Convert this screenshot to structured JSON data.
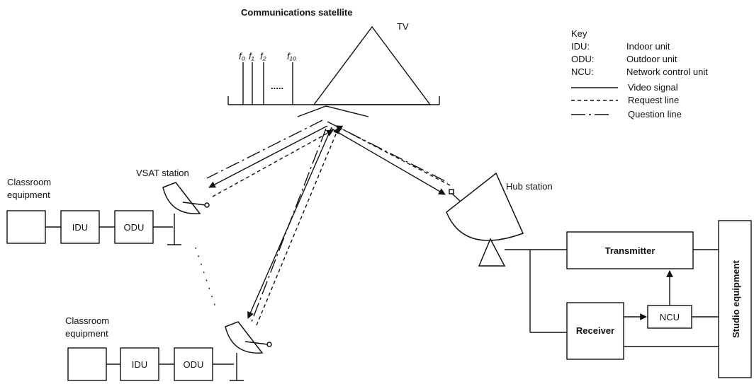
{
  "satellite": {
    "title": "Communications satellite",
    "tv_label": "TV",
    "freq_labels": [
      "f₀",
      "f₁",
      "f₂",
      "f₁₀"
    ],
    "dots": "....."
  },
  "key": {
    "title": "Key",
    "entries": [
      {
        "abbr": "IDU:",
        "meaning": "Indoor unit"
      },
      {
        "abbr": "ODU:",
        "meaning": "Outdoor unit"
      },
      {
        "abbr": "NCU:",
        "meaning": "Network control unit"
      }
    ],
    "lines": [
      {
        "style": "solid",
        "meaning": "Video signal"
      },
      {
        "style": "dashed",
        "meaning": "Request line"
      },
      {
        "style": "dashdot",
        "meaning": "Question line"
      }
    ]
  },
  "vsat": {
    "label": "VSAT station",
    "classroom_top_line1": "Classroom",
    "classroom_top_line2": "equipment",
    "classroom_bottom_line1": "Classroom",
    "classroom_bottom_line2": "equipment",
    "idu": "IDU",
    "odu": "ODU"
  },
  "hub": {
    "label": "Hub station",
    "transmitter": "Transmitter",
    "receiver": "Receiver",
    "ncu": "NCU",
    "studio": "Studio equipment"
  }
}
